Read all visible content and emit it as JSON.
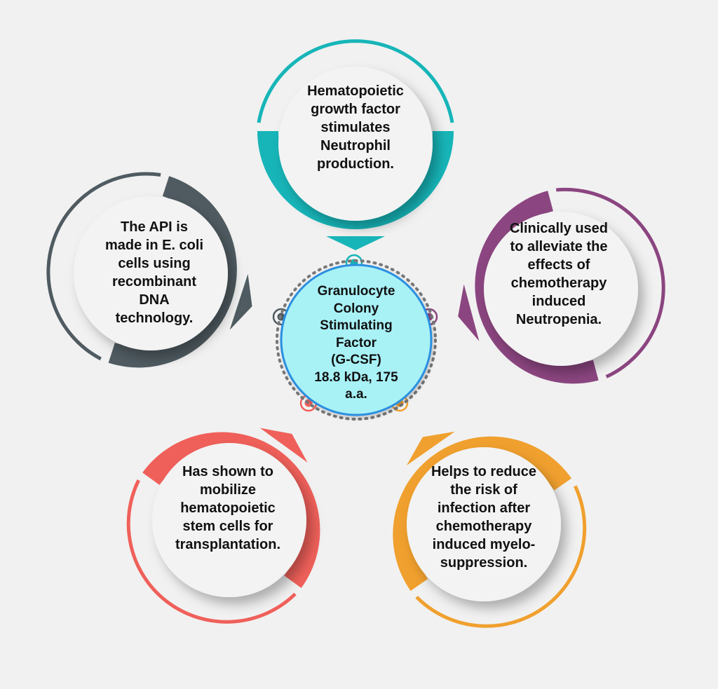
{
  "hub": {
    "lines": [
      "Granulocyte",
      "Colony",
      "Stimulating",
      "Factor",
      "(G-CSF)",
      "18.8 kDa, 175",
      "a.a."
    ],
    "fill": "#a8f2f6",
    "stroke": "#2b8fe0"
  },
  "nodes": [
    {
      "id": "top",
      "color": "#17b5b8",
      "lines": [
        "Hematopoietic",
        "growth factor",
        "stimulates",
        "Neutrophil",
        "production."
      ]
    },
    {
      "id": "left",
      "color": "#4f5b61",
      "lines": [
        "The API is",
        "made in E. coli",
        "cells using",
        "recombinant",
        "DNA",
        "technology."
      ]
    },
    {
      "id": "right",
      "color": "#8b4580",
      "lines": [
        "Clinically used",
        "to alleviate the",
        "effects of",
        "chemotherapy",
        "induced",
        "Neutropenia."
      ]
    },
    {
      "id": "bottom-left",
      "color": "#f0605a",
      "lines": [
        "Has shown to",
        "mobilize",
        "hematopoietic",
        "stem cells for",
        "transplantation."
      ]
    },
    {
      "id": "bottom-right",
      "color": "#f0a02e",
      "lines": [
        "Helps to reduce",
        "the risk of",
        "infection after",
        "chemotherapy",
        "induced myelo-",
        "suppression."
      ]
    }
  ]
}
